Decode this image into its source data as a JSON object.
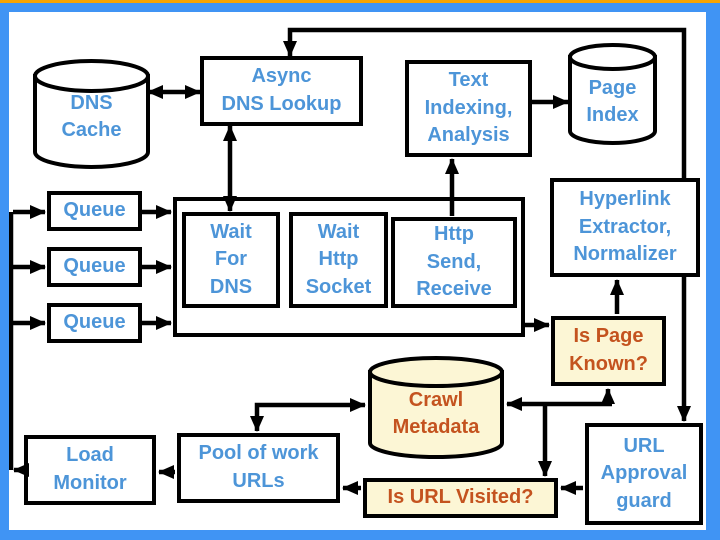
{
  "slide": {
    "title": "Web crawler architecture diagram",
    "frame_colors": {
      "outer_orange": "#f7a402",
      "inner_blue": "#4094f4"
    },
    "text_colors": {
      "node_blue": "#4d95d8",
      "node_red": "#c4531f"
    },
    "fill_colors": {
      "plain": "#ffffff",
      "highlight_cream": "#fcf6d5"
    },
    "connector_color": "#000000"
  },
  "nodes": {
    "dns_cache": {
      "label": "DNS\nCache"
    },
    "async_dns_lookup": {
      "label": "Async\nDNS Lookup"
    },
    "text_indexing": {
      "label": "Text\nIndexing,\nAnalysis"
    },
    "page_index": {
      "label": "Page\nIndex"
    },
    "queue_1": {
      "label": "Queue"
    },
    "queue_2": {
      "label": "Queue"
    },
    "queue_3": {
      "label": "Queue"
    },
    "wait_for_dns": {
      "label": "Wait\nFor\nDNS"
    },
    "wait_http_socket": {
      "label": "Wait\nHttp\nSocket"
    },
    "http_send_receive": {
      "label": "Http\nSend,\nReceive"
    },
    "hyperlink_extractor": {
      "label": "Hyperlink\nExtractor,\nNormalizer"
    },
    "is_page_known": {
      "label": "Is Page\nKnown?"
    },
    "crawl_metadata": {
      "label": "Crawl\nMetadata"
    },
    "load_monitor": {
      "label": "Load\nMonitor"
    },
    "pool_of_work_urls": {
      "label": "Pool of work\nURLs"
    },
    "is_url_visited": {
      "label": "Is URL Visited?"
    },
    "url_approval_guard": {
      "label": "URL\nApproval\nguard"
    }
  }
}
